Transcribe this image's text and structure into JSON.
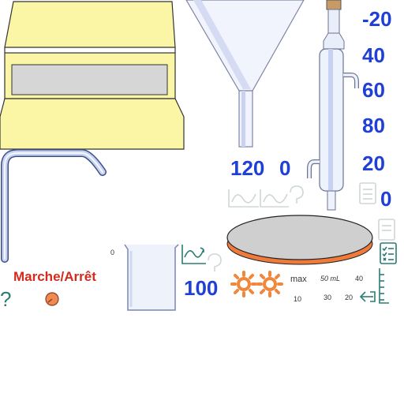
{
  "device": {
    "power_label": "Marche/Arrêt",
    "help_icon": "question-mark-icon",
    "power_knob_icon": "rotary-knob-icon",
    "power_knob_color": "#f08a55"
  },
  "condenser": {
    "scale_values": [
      "-20",
      "40",
      "60",
      "80",
      "20",
      "0"
    ]
  },
  "readouts": {
    "flow_top": "120",
    "flow_bottom": "0",
    "speed": "100"
  },
  "beaker": {
    "zero_label": "0"
  },
  "hotplate": {
    "max_label": "max",
    "plate_color": "#cfcfcf",
    "rim_color": "#f07a3a"
  },
  "cylinder": {
    "volume_label": "50 mL",
    "marks": [
      "40",
      "30",
      "20",
      "10"
    ]
  },
  "icons": {
    "graph": "graph-icon",
    "settings": "gears-icon",
    "checklist": "checklist-icon",
    "exit": "exit-icon"
  },
  "colors": {
    "number_blue": "#1f3fd6",
    "power_red": "#d42a1c",
    "gear_orange": "#f0883c",
    "teal": "#2a7d75",
    "device_yellow": "#fbf6a5"
  }
}
